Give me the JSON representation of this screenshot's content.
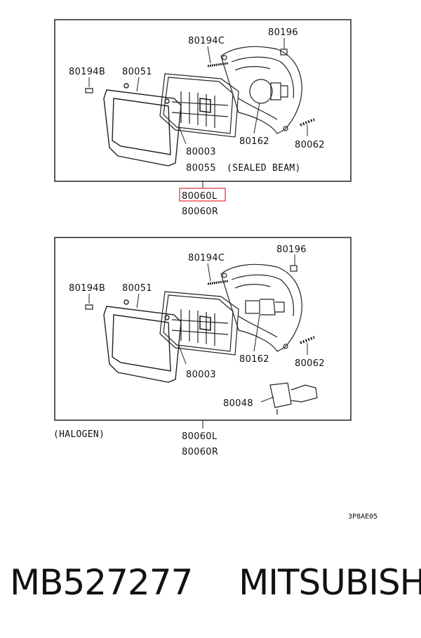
{
  "top_panel": {
    "part_80194C": "80194C",
    "part_80196": "80196",
    "part_80194B": "80194B",
    "part_80051": "80051",
    "part_80003": "80003",
    "part_80162": "80162",
    "part_80062": "80062",
    "part_80055": "80055",
    "sealed_beam": "(SEALED BEAM)",
    "assembly_left": "80060L",
    "assembly_right": "80060R"
  },
  "bottom_panel": {
    "part_80194C": "80194C",
    "part_80196": "80196",
    "part_80194B": "80194B",
    "part_80051": "80051",
    "part_80003": "80003",
    "part_80162": "80162",
    "part_80062": "80062",
    "part_80048": "80048",
    "halogen": "(HALOGEN)",
    "assembly_left": "80060L",
    "assembly_right": "80060R"
  },
  "diagram_code": "3P8AE05",
  "footer": {
    "part_number": "MB527277",
    "brand": "MITSUBISHI"
  },
  "colors": {
    "highlight": "#e0302a",
    "line": "#222222"
  }
}
